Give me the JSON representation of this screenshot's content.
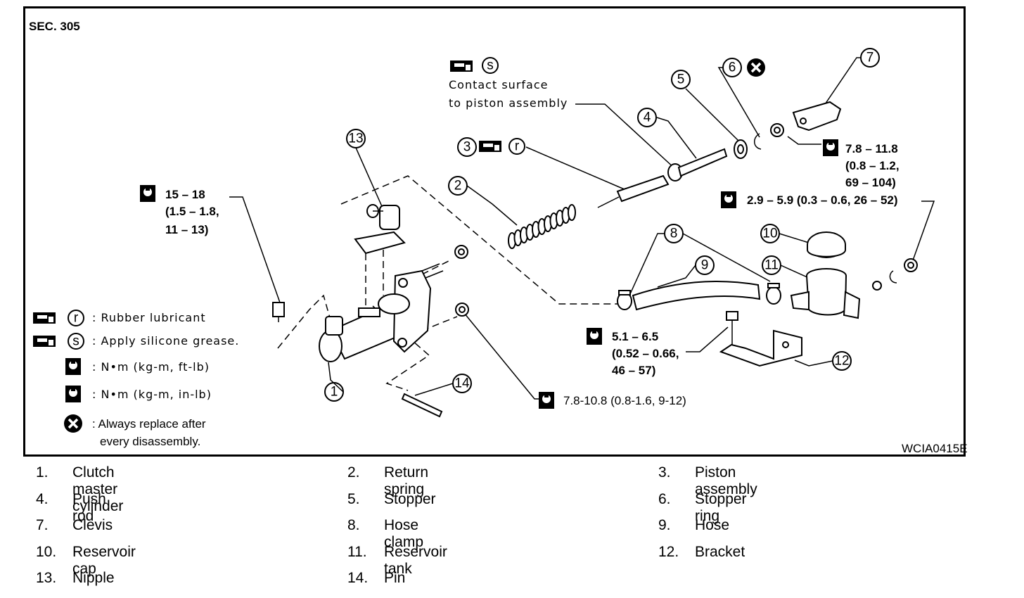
{
  "section": "SEC. 305",
  "figure_code": "WCIA0415E",
  "callouts": [
    "1",
    "2",
    "3",
    "4",
    "5",
    "6",
    "7",
    "8",
    "9",
    "10",
    "11",
    "12",
    "13",
    "14"
  ],
  "notes": {
    "contact_surface_line1": "Contact surface",
    "contact_surface_line2": "to piston assembly"
  },
  "torques": {
    "t15_line1": "15 – 18",
    "t15_line2": "(1.5 – 1.8,",
    "t15_line3": "11 – 13)",
    "t78_line1": "7.8 – 11.8",
    "t78_line2": "(0.8 – 1.2,",
    "t78_line3": "69 – 104)",
    "t29": "2.9 – 5.9 (0.3 – 0.6, 26 – 52)",
    "t51_line1": "5.1 – 6.5",
    "t51_line2": "(0.52 – 0.66,",
    "t51_line3": "46 – 57)",
    "t108": "7.8-10.8 (0.8-1.6, 9-12)"
  },
  "symbol_legend": {
    "rubber": ": Rubber lubricant",
    "silicone": ": Apply silicone grease.",
    "nm_ftlb": ": N•m (kg-m, ft-lb)",
    "nm_inlb": ": N•m (kg-m, in-lb)",
    "replace_line1": ": Always replace after",
    "replace_line2": "every disassembly."
  },
  "symbol_letters": {
    "r": "r",
    "s": "s"
  },
  "parts": [
    {
      "num": "1.",
      "name": "Clutch master cylinder"
    },
    {
      "num": "2.",
      "name": "Return spring"
    },
    {
      "num": "3.",
      "name": "Piston assembly"
    },
    {
      "num": "4.",
      "name": "Push rod"
    },
    {
      "num": "5.",
      "name": "Stopper"
    },
    {
      "num": "6.",
      "name": "Stopper ring"
    },
    {
      "num": "7.",
      "name": "Clevis"
    },
    {
      "num": "8.",
      "name": "Hose clamp"
    },
    {
      "num": "9.",
      "name": "Hose"
    },
    {
      "num": "10.",
      "name": "Reservoir cap"
    },
    {
      "num": "11.",
      "name": "Reservoir tank"
    },
    {
      "num": "12.",
      "name": "Bracket"
    },
    {
      "num": "13.",
      "name": "Nipple"
    },
    {
      "num": "14.",
      "name": "Pin"
    }
  ]
}
